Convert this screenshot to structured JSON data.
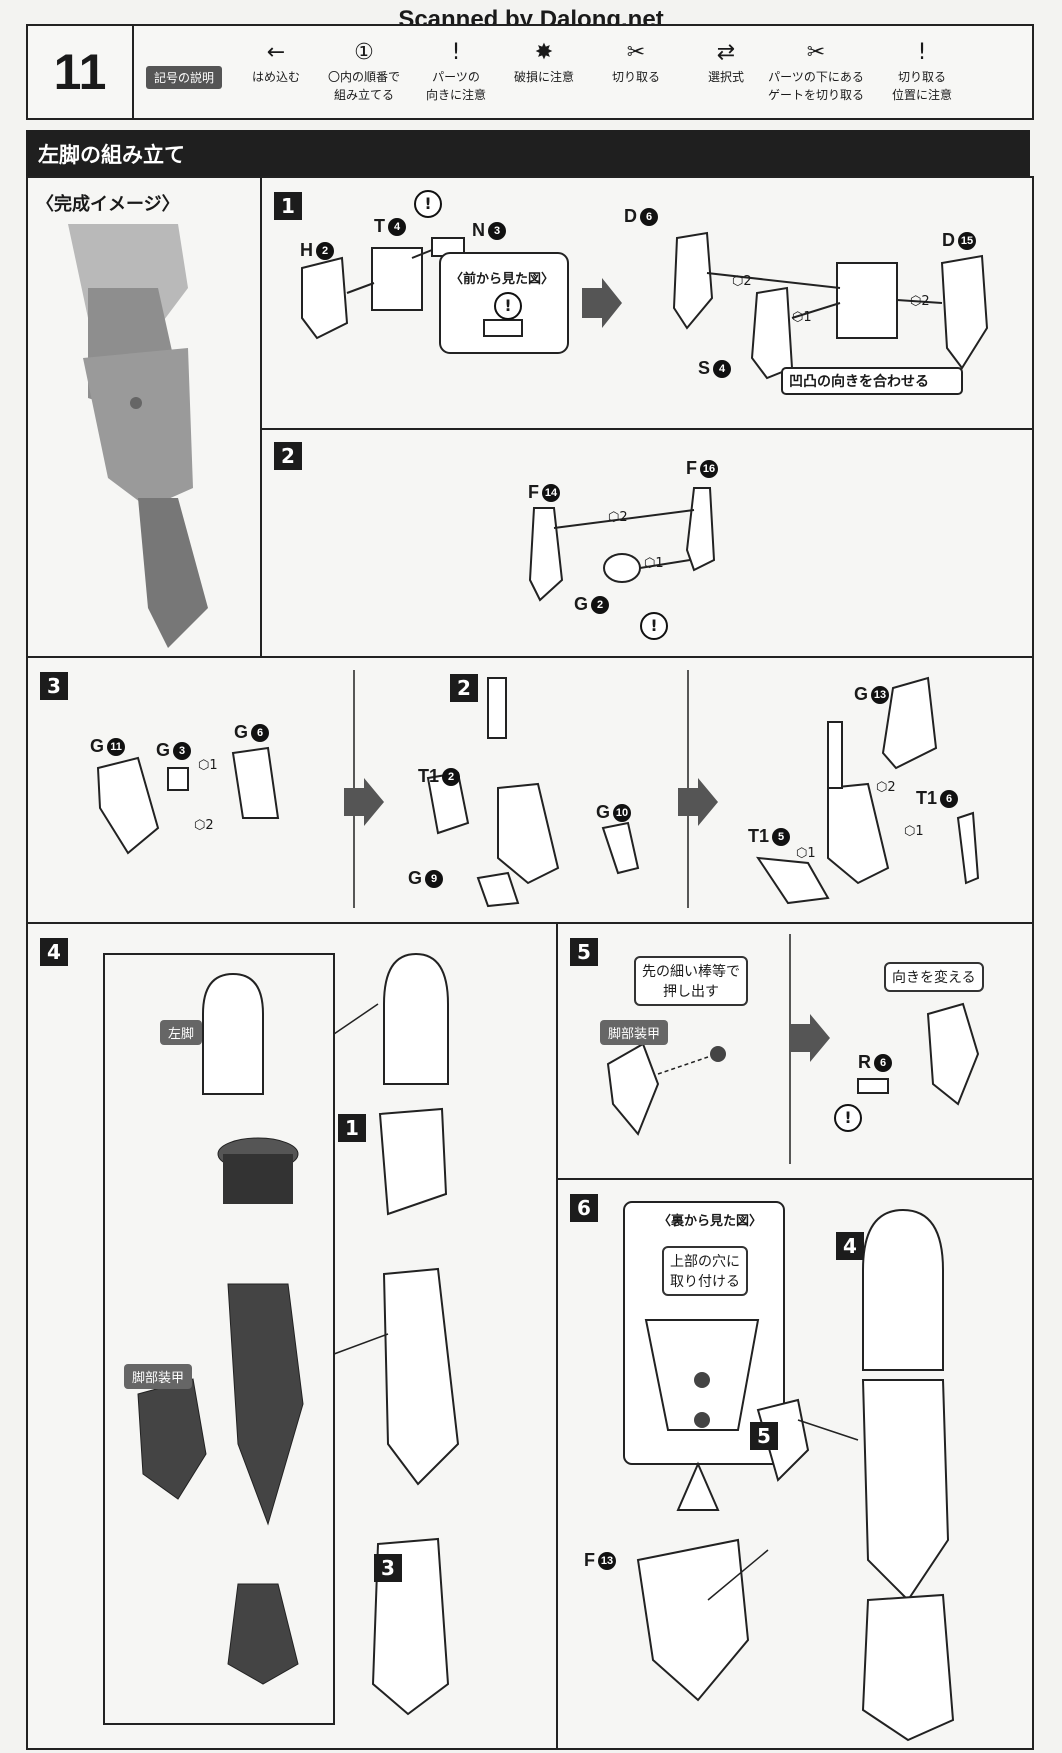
{
  "watermark": "Scanned by Dalong.net",
  "legend": {
    "step": "11",
    "badge": "記号の説明",
    "symbols": [
      {
        "glyph": "←",
        "label": "はめ込む",
        "icon": "insert-arrow-icon"
      },
      {
        "glyph": "①",
        "label": "〇内の順番で\n組み立てる",
        "icon": "order-circle-icon"
      },
      {
        "glyph": "!",
        "label": "パーツの\n向きに注意",
        "icon": "direction-caution-icon"
      },
      {
        "glyph": "✸",
        "label": "破損に注意",
        "icon": "damage-caution-icon"
      },
      {
        "glyph": "✂",
        "label": "切り取る",
        "icon": "cut-icon"
      },
      {
        "glyph": "⇄",
        "label": "選択式",
        "icon": "selection-icon"
      },
      {
        "glyph": "✂",
        "label": "パーツの下にある\nゲートを切り取る",
        "icon": "gate-cut-icon"
      },
      {
        "glyph": "!",
        "label": "切り取る\n位置に注意",
        "icon": "cut-position-icon"
      }
    ]
  },
  "title": "左脚の組み立て",
  "completed_label": "〈完成イメージ〉",
  "step1": {
    "num": "1",
    "parts": [
      {
        "letter": "H",
        "n": "2"
      },
      {
        "letter": "T",
        "n": "4"
      },
      {
        "letter": "N",
        "n": "3"
      },
      {
        "letter": "D",
        "n": "6"
      },
      {
        "letter": "D",
        "n": "15"
      },
      {
        "letter": "S",
        "n": "4"
      }
    ],
    "front_view": "〈前から見た図〉",
    "note": "凹凸の向きを合わせる",
    "order": [
      "2",
      "1",
      "2"
    ]
  },
  "step2": {
    "num": "2",
    "parts": [
      {
        "letter": "F",
        "n": "14"
      },
      {
        "letter": "F",
        "n": "16"
      },
      {
        "letter": "G",
        "n": "2"
      }
    ],
    "order": [
      "2",
      "1"
    ]
  },
  "step3": {
    "num": "3",
    "parts": [
      {
        "letter": "G",
        "n": "11"
      },
      {
        "letter": "G",
        "n": "3"
      },
      {
        "letter": "G",
        "n": "6"
      },
      {
        "letter": "T1",
        "n": "2"
      },
      {
        "letter": "G",
        "n": "10"
      },
      {
        "letter": "G",
        "n": "9"
      },
      {
        "letter": "G",
        "n": "13"
      },
      {
        "letter": "T1",
        "n": "6"
      },
      {
        "letter": "T1",
        "n": "5"
      }
    ],
    "sub_ref": "2",
    "order": [
      "1",
      "2",
      "2",
      "1",
      "1"
    ]
  },
  "step4": {
    "num": "4",
    "chip_leg": "左脚",
    "chip_armor": "脚部装甲",
    "refs": [
      "1",
      "3"
    ]
  },
  "step5": {
    "num": "5",
    "chip_armor": "脚部装甲",
    "tip": "先の細い棒等で\n押し出す",
    "change": "向きを変える",
    "part": {
      "letter": "R",
      "n": "6"
    }
  },
  "step6": {
    "num": "6",
    "back_view": "〈裏から見た図〉",
    "attach": "上部の穴に\n取り付ける",
    "part": {
      "letter": "F",
      "n": "13"
    },
    "refs": [
      "4",
      "5"
    ]
  }
}
